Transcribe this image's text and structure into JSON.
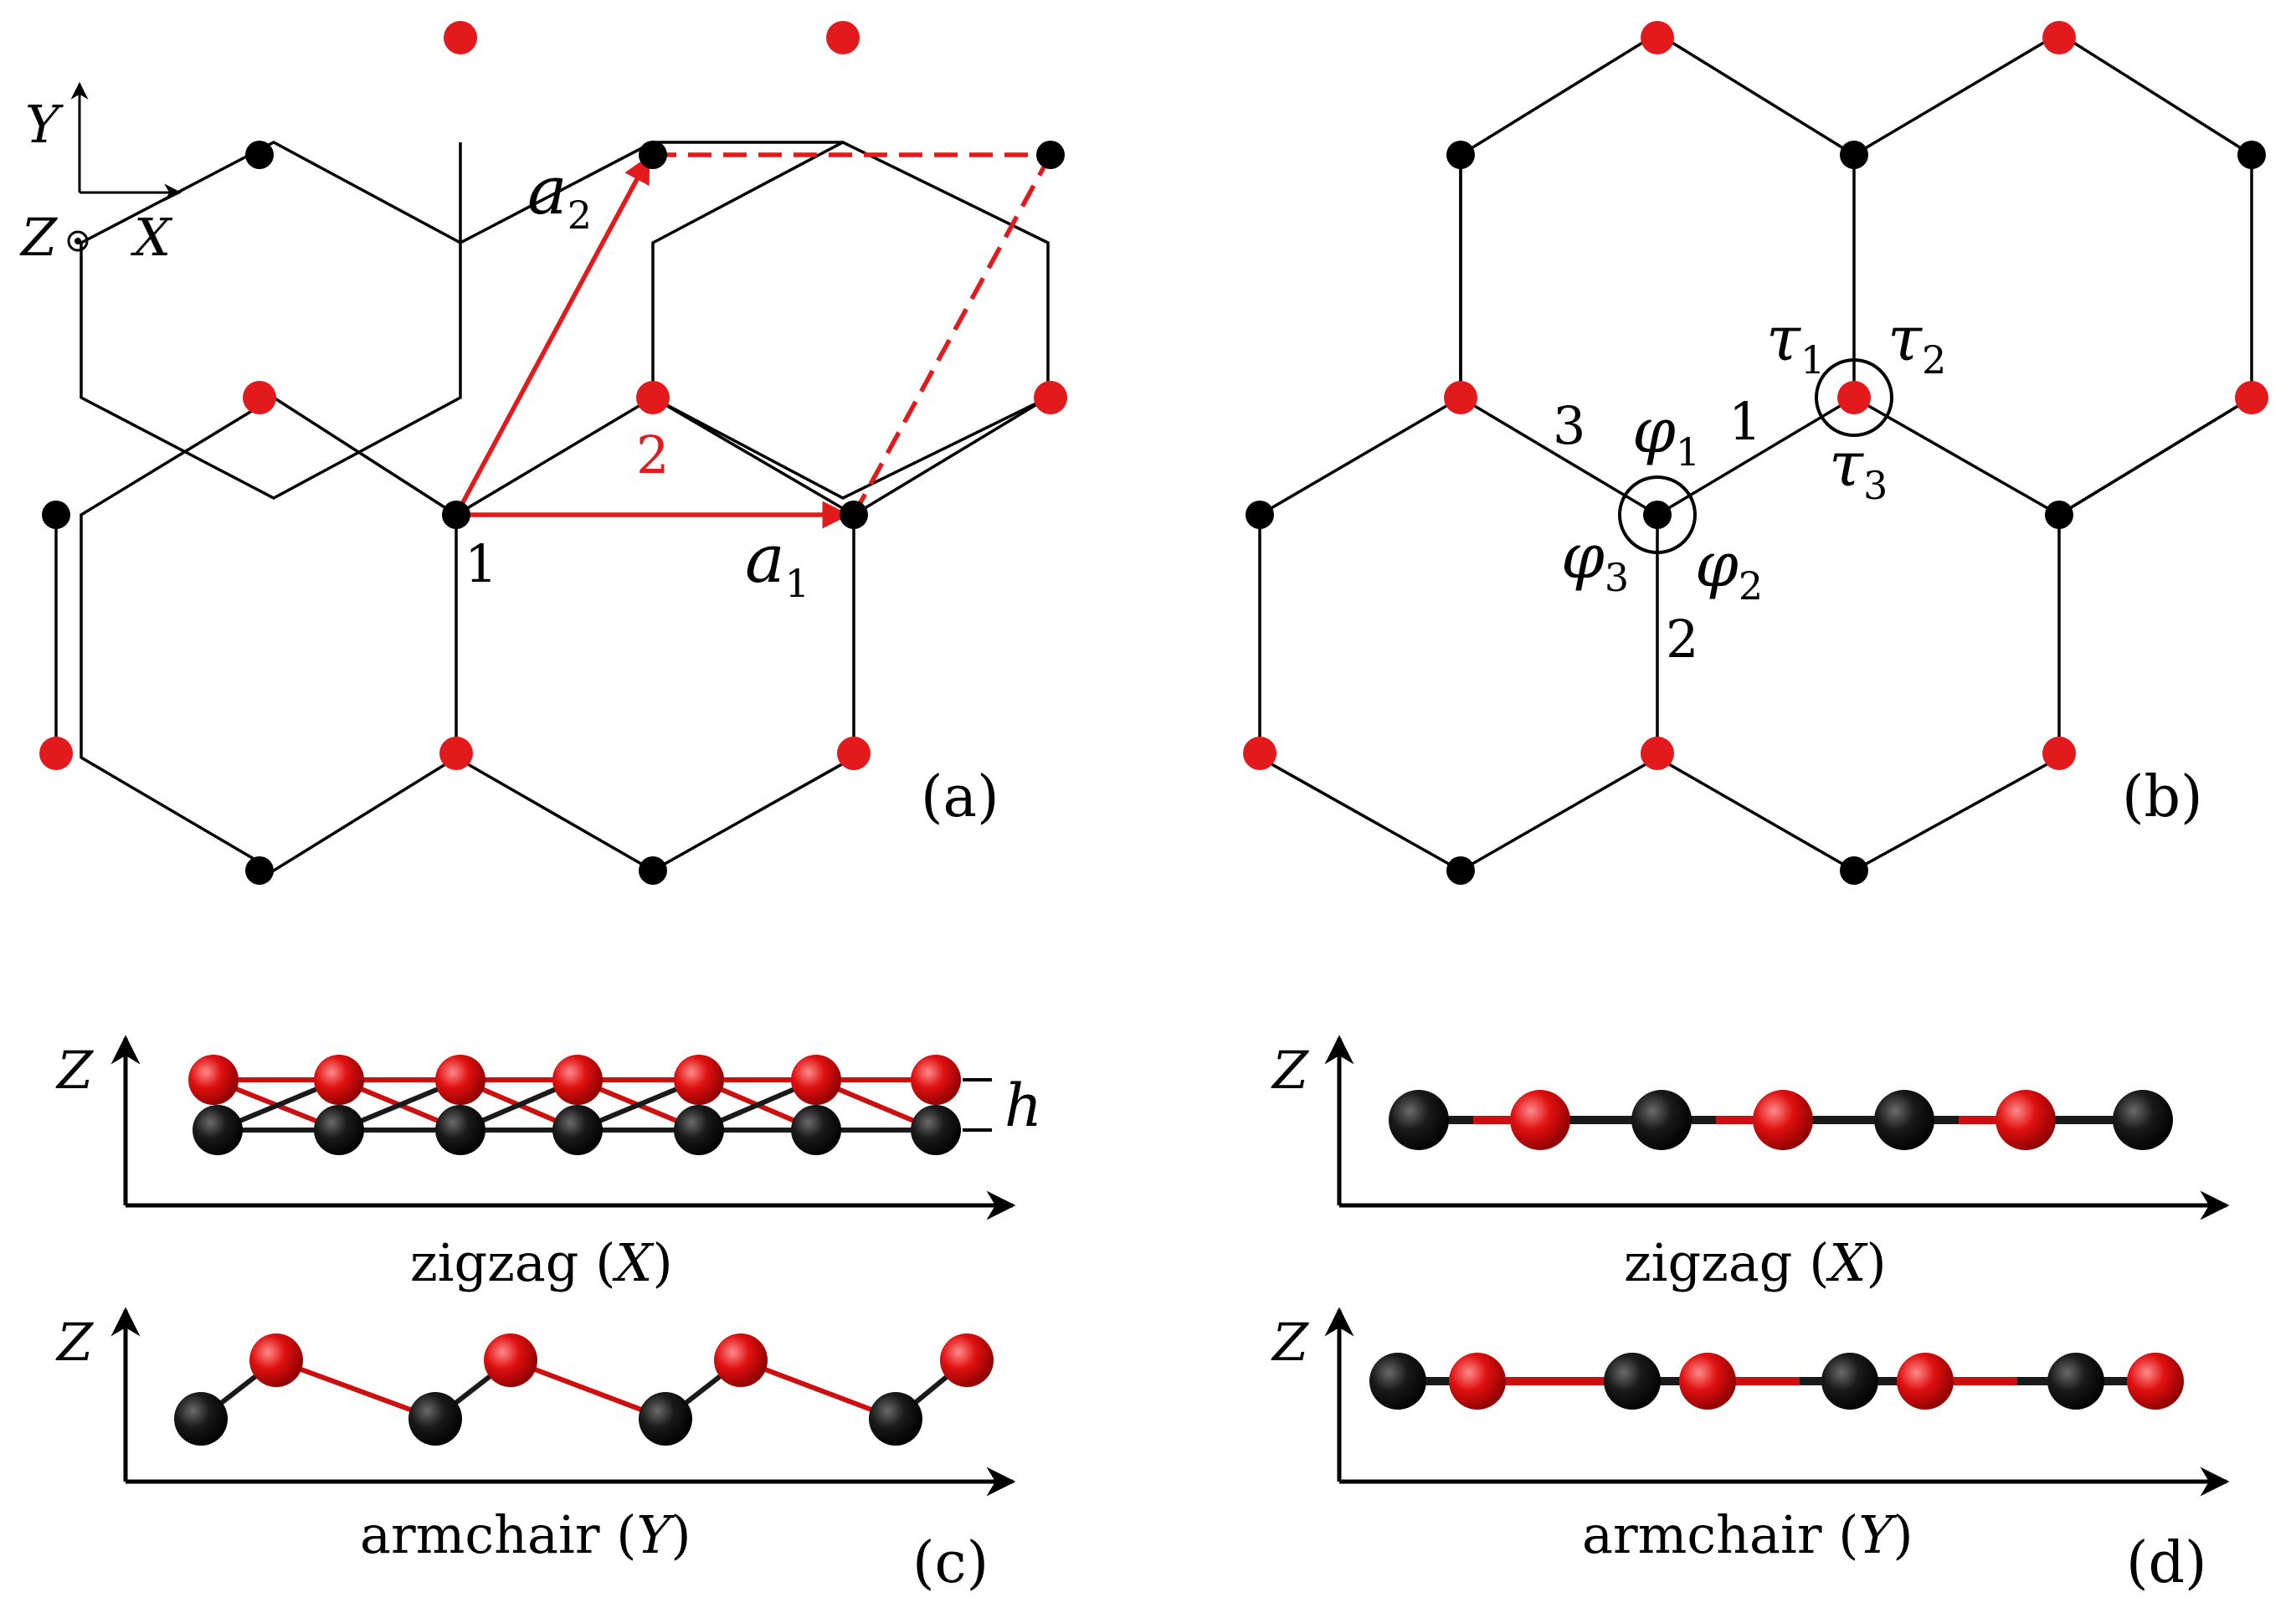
{
  "colors": {
    "atom_sublattice_1": "#000000",
    "atom_sublattice_2": "#e31a1c",
    "bond": "#000000",
    "lattice_vector": "#e31a1c"
  },
  "panel_a": {
    "label": "(a)",
    "axes": {
      "y": "Y",
      "x": "X",
      "z": "Z"
    },
    "vector_a1": {
      "base": "a",
      "sub": "1"
    },
    "vector_a2": {
      "base": "a",
      "sub": "2"
    },
    "atom_1_label": "1",
    "atom_2_label": "2"
  },
  "panel_b": {
    "label": "(b)",
    "bond_labels": [
      "1",
      "2",
      "3"
    ],
    "phi_base": "φ",
    "phi_subs": [
      "1",
      "2",
      "3"
    ],
    "tau_base": "τ",
    "tau_subs": [
      "1",
      "2",
      "3"
    ]
  },
  "panel_c": {
    "label": "(c)",
    "z_axis": "Z",
    "zigzag_caption": {
      "word": "zigzag",
      "axis": "X"
    },
    "armchair_caption": {
      "word": "armchair",
      "axis": "Y"
    },
    "height_label": "h"
  },
  "panel_d": {
    "label": "(d)",
    "z_axis": "Z",
    "zigzag_caption": {
      "word": "zigzag",
      "axis": "X"
    },
    "armchair_caption": {
      "word": "armchair",
      "axis": "Y"
    }
  }
}
